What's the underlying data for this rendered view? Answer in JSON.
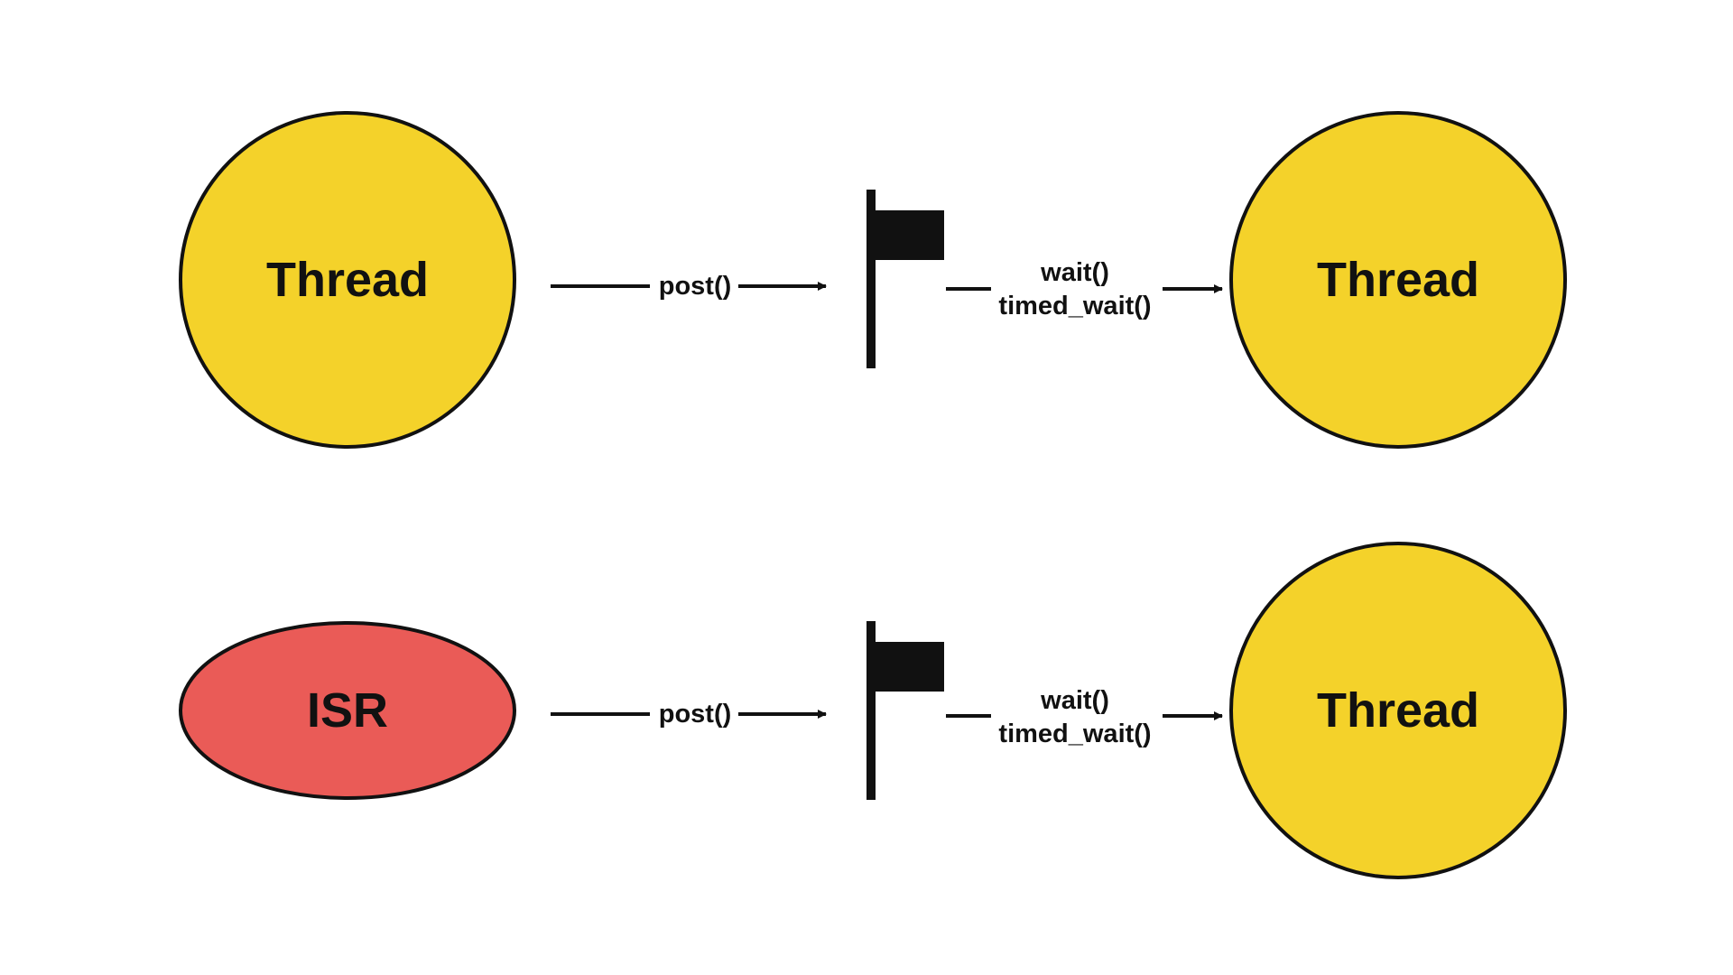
{
  "colors": {
    "thread_fill": "#F4D22A",
    "isr_fill": "#EA5B57",
    "stroke": "#111111",
    "background": "#FFFFFF"
  },
  "rows": [
    {
      "source_label": "Thread",
      "post_label": "post()",
      "flag_icon": "flag-icon",
      "wait_label": "wait()",
      "timed_wait_label": "timed_wait()",
      "target_label": "Thread"
    },
    {
      "source_label": "ISR",
      "post_label": "post()",
      "flag_icon": "flag-icon",
      "wait_label": "wait()",
      "timed_wait_label": "timed_wait()",
      "target_label": "Thread"
    }
  ]
}
